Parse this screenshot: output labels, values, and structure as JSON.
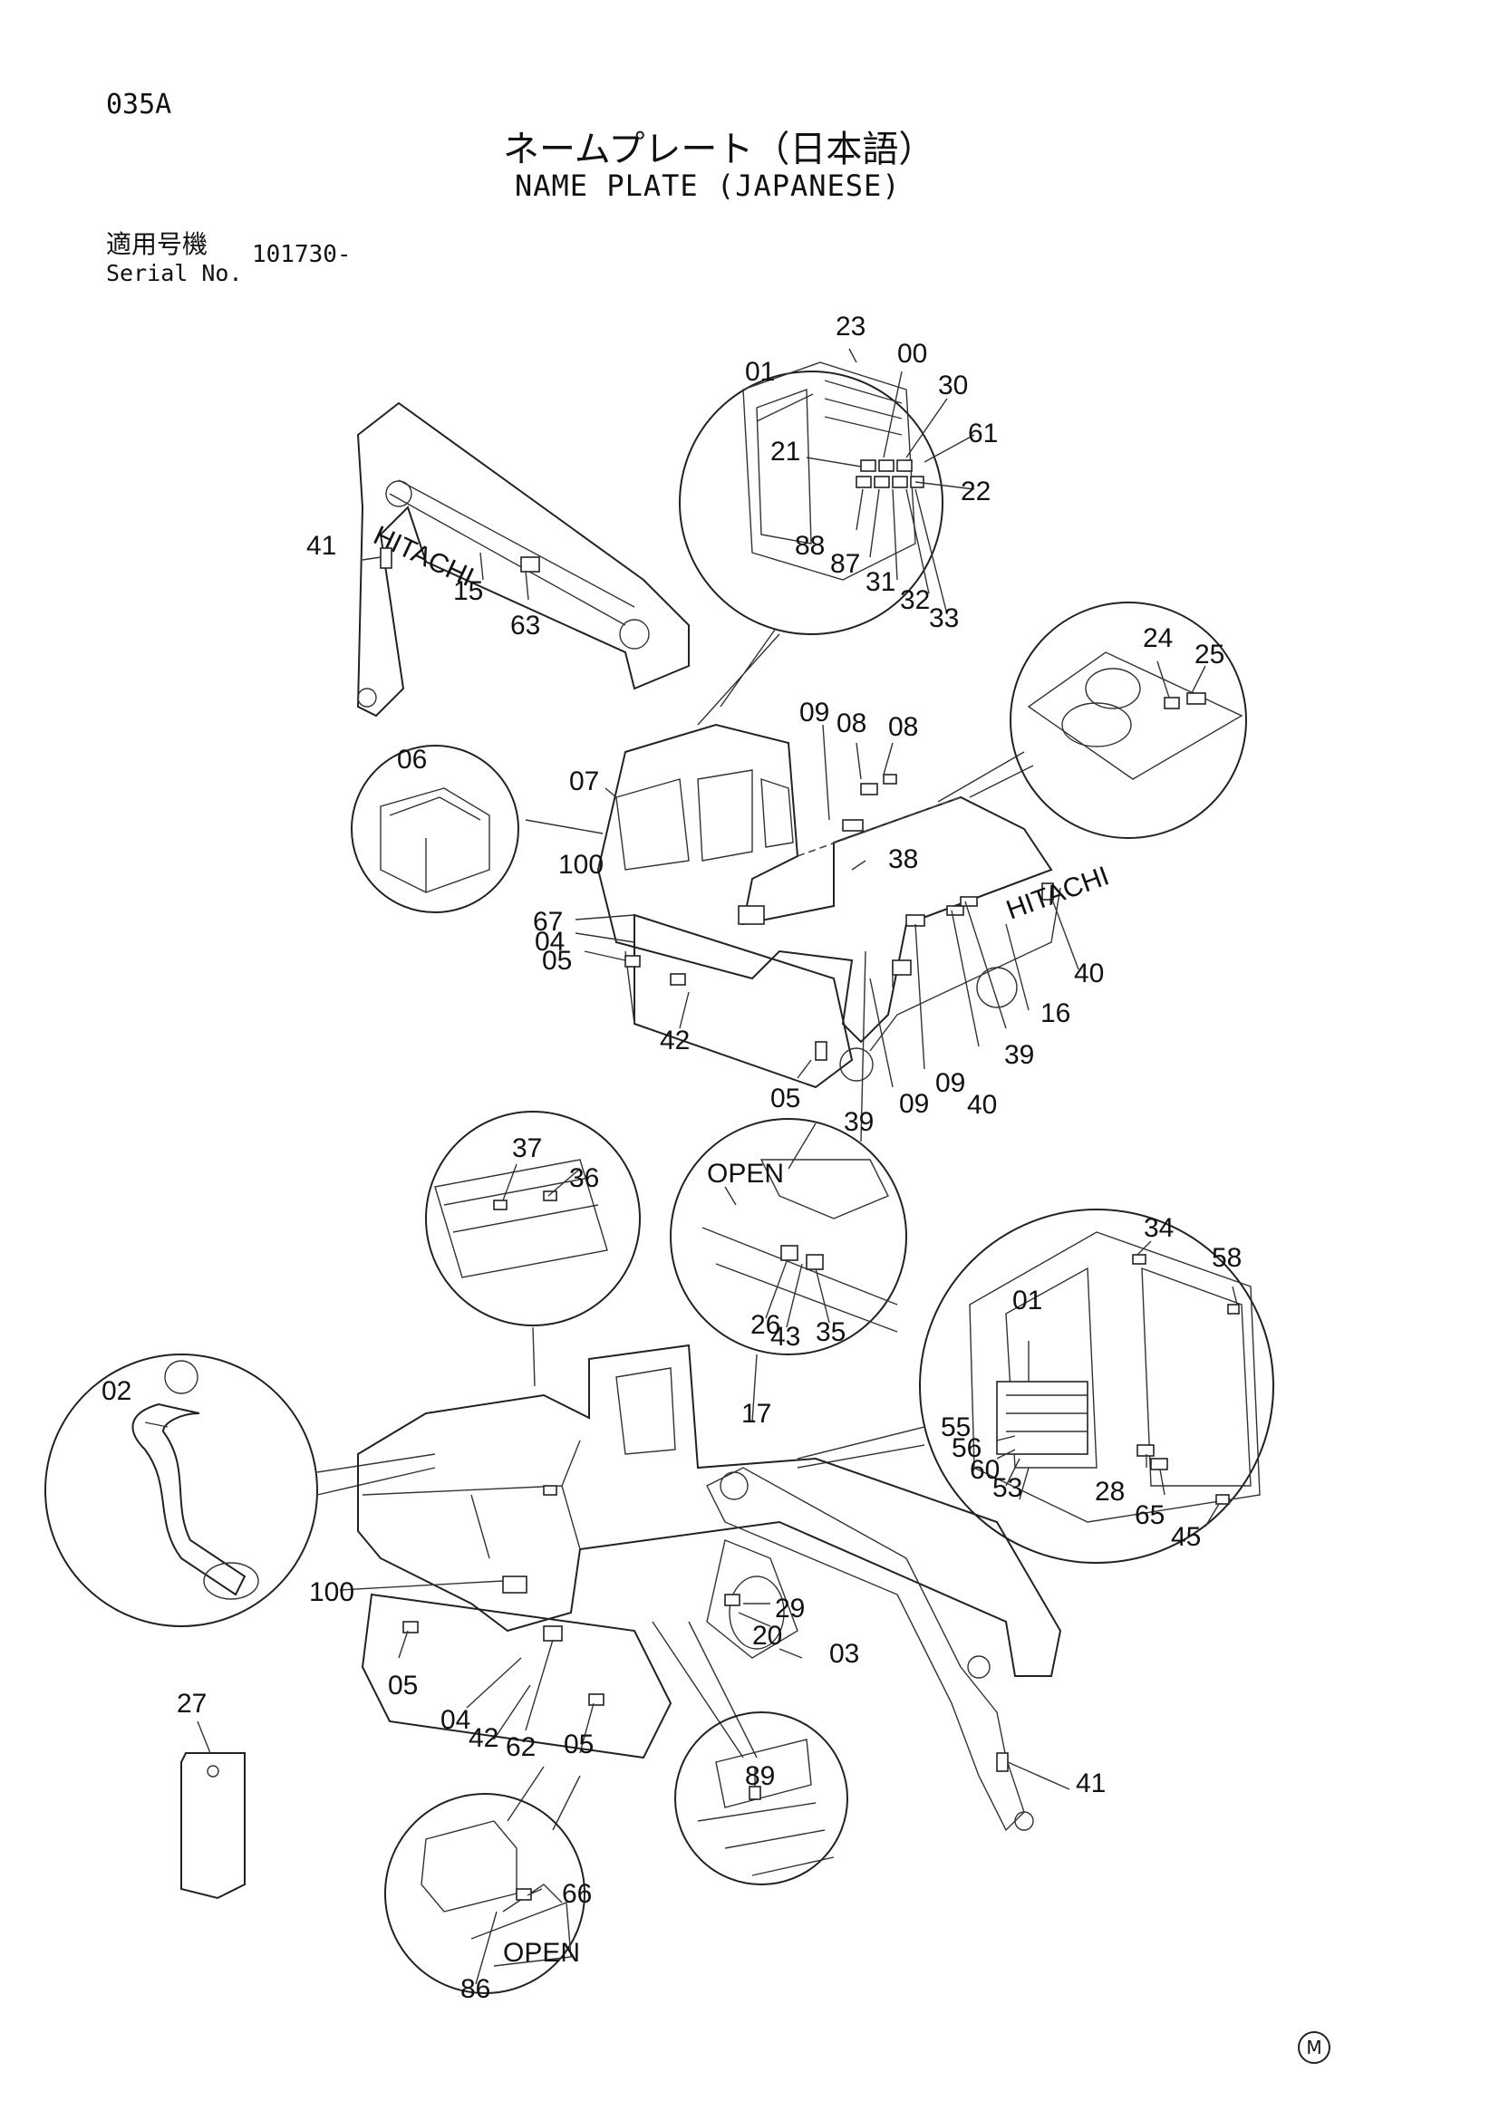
{
  "header": {
    "page_code": "035A",
    "title_jp": "ネームプレート（日本語）",
    "title_en": "NAME PLATE (JAPANESE)",
    "serial_label_jp": "適用号機",
    "serial_label_en": "Serial No.",
    "serial_value": "101730-"
  },
  "callouts": {
    "top_inset": [
      "23",
      "01",
      "00",
      "30",
      "61",
      "21",
      "22",
      "88",
      "87",
      "31",
      "32",
      "33"
    ],
    "boom_top": [
      "41",
      "15",
      "63"
    ],
    "machine_top": [
      "09",
      "08",
      "08",
      "07",
      "06",
      "100",
      "38",
      "67",
      "04",
      "05",
      "42",
      "05",
      "40",
      "16",
      "09",
      "39",
      "40",
      "09",
      "39",
      "24",
      "25"
    ],
    "battery_inset": [
      "37",
      "36"
    ],
    "open_inset": [
      "26",
      "43",
      "35"
    ],
    "cab_inset": [
      "34",
      "58",
      "01",
      "55",
      "56",
      "60",
      "53",
      "28",
      "65",
      "45",
      "17"
    ],
    "machine_bottom": [
      "02",
      "100",
      "29",
      "20",
      "03",
      "05",
      "04",
      "42",
      "62",
      "05",
      "41",
      "27",
      "89",
      "66",
      "86"
    ]
  },
  "inset_text": {
    "open_label_1": "OPEN",
    "open_label_2": "OPEN",
    "brand_1": "HITACHI",
    "brand_2": "HITACHI"
  },
  "footer": {
    "mark": "M"
  }
}
